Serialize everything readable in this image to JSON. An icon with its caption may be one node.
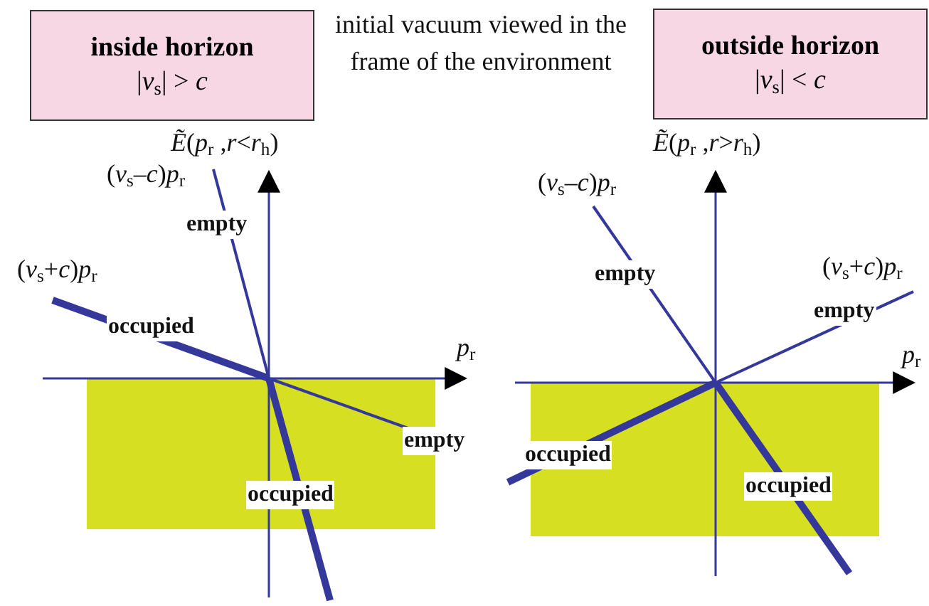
{
  "diagram": {
    "nodes": [
      {
        "text": [
          "inside horizon",
          "|*v*$_{s}$| > *c*"
        ]
      },
      {
        "text": [
          "outside horizon",
          "|*v*$_{s}$| < *c*"
        ]
      }
    ],
    "labels": [
      "initial vacuum viewed in the frame of the environment",
      "*Ẽ*(*p*$_{r}$ ,*r*<*r*$_{h}$)",
      "(*v*$_{s}$–*c*)*p*$_{r}$",
      "empty",
      "(*v*$_{s}$+*c*)*p*$_{r}$",
      "occupied",
      "*p*$_{r}$",
      "empty",
      "occupied",
      "*Ẽ*(*p*$_{r}$ ,*r*>*r*$_{h}$)",
      "(*v*$_{s}$–*c*)*p*$_{r}$",
      "(*v*$_{s}$+*c*)*p*$_{r}$",
      "empty",
      "empty",
      "*p*$_{r}$",
      "occupied",
      "occupied"
    ]
  }
}
